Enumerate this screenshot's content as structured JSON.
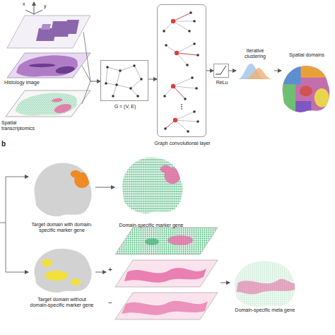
{
  "diagram": {
    "nodes": [
      {
        "text": [
          "Histology image",
          "Spatial transcriptomics"
        ]
      },
      {
        "text": [
          "G = (V, E)"
        ]
      },
      {
        "text": [
          "Graph convolutional layer"
        ]
      },
      {
        "text": [
          "ReLu"
        ]
      },
      {
        "text": [
          "Iterative clustering"
        ]
      },
      {
        "text": [
          "Spatial domains"
        ]
      },
      {
        "text": [
          "Target domain with domain-specific marker gene"
        ]
      },
      {
        "text": [
          "Domain-specific marker gene"
        ]
      },
      {
        "text": [
          "Target domain without domain-specific marker gene"
        ]
      },
      {
        "text": [
          "+",
          "−"
        ]
      },
      {
        "text": [
          "Domain-specific meta gene"
        ]
      }
    ],
    "edges": [
      {
        "from": 0,
        "to": 1,
        "arrow": "to"
      },
      {
        "from": 1,
        "to": 2,
        "arrow": "to"
      },
      {
        "from": 2,
        "to": 3,
        "arrow": "to"
      },
      {
        "from": 3,
        "to": 4,
        "arrow": "to"
      },
      {
        "from": 4,
        "to": 5,
        "arrow": "to"
      },
      {
        "from": 6,
        "to": 7,
        "arrow": "to"
      },
      {
        "from": 8,
        "to": 9,
        "arrow": "to"
      },
      {
        "from": 9,
        "to": 10,
        "arrow": "to"
      }
    ],
    "labels": [
      "x",
      "y",
      "b"
    ]
  }
}
